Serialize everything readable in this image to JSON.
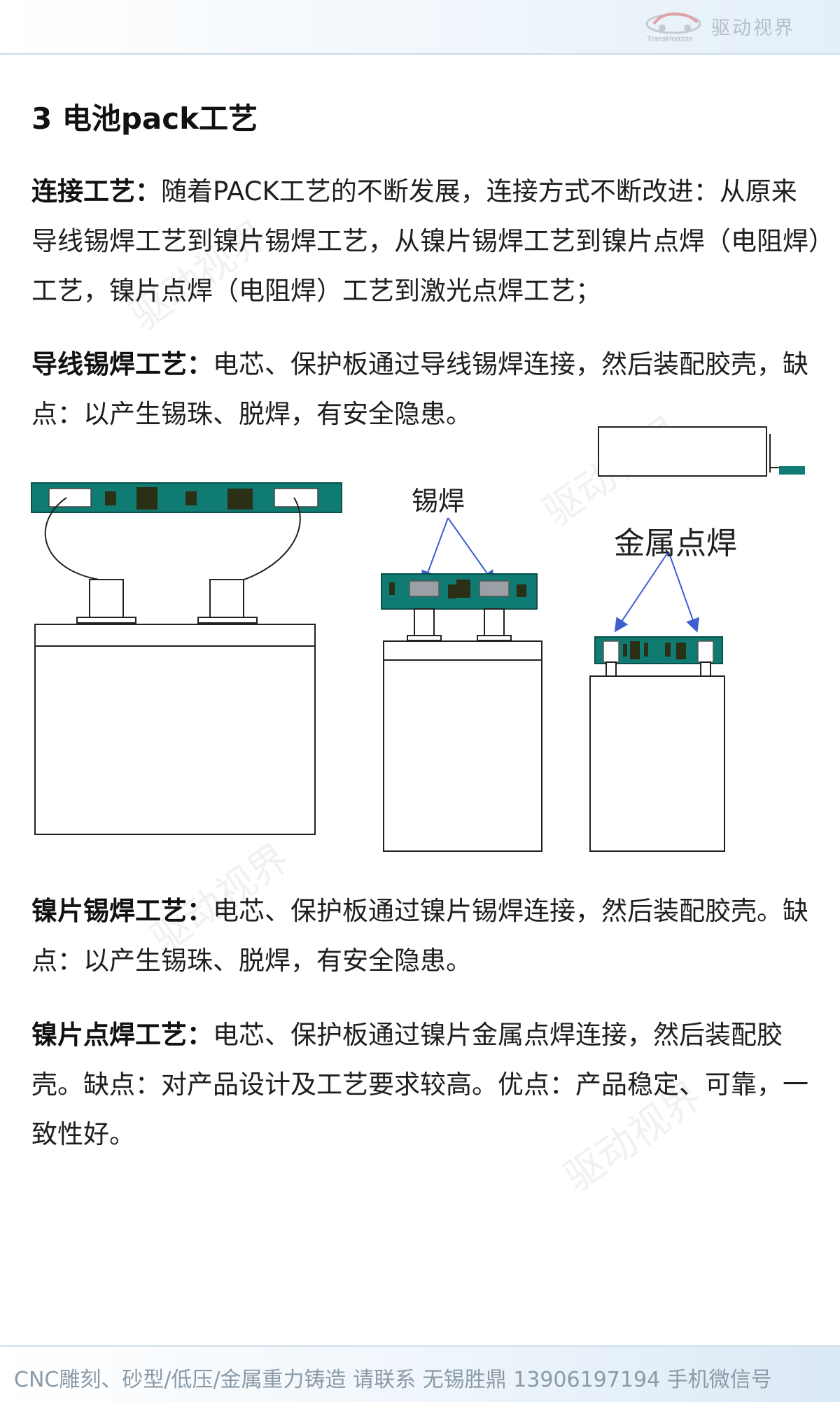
{
  "header": {
    "logo_cn": "驱动视界",
    "logo_en": "TransHorizon"
  },
  "section_title": "3 电池pack工艺",
  "paragraphs": [
    {
      "label": "连接工艺：",
      "text": "随着PACK工艺的不断发展，连接方式不断改进：从原来导线锡焊工艺到镍片锡焊工艺，从镍片锡焊工艺到镍片点焊（电阻焊）工艺，镍片点焊（电阻焊）工艺到激光点焊工艺；"
    },
    {
      "label": "导线锡焊工艺：",
      "text": "电芯、保护板通过导线锡焊连接，然后装配胶壳，缺点：以产生锡珠、脱焊，有安全隐患。"
    },
    {
      "label": "镍片锡焊工艺：",
      "text": "电芯、保护板通过镍片锡焊连接，然后装配胶壳。缺点：以产生锡珠、脱焊，有安全隐患。"
    },
    {
      "label": "镍片点焊工艺：",
      "text": "电芯、保护板通过镍片金属点焊连接，然后装配胶壳。缺点：对产品设计及工艺要求较高。优点：产品稳定、可靠，一致性好。"
    }
  ],
  "figure": {
    "label_solder": "锡焊",
    "label_metal_spot": "金属点焊",
    "colors": {
      "pcb": "#0f7b73",
      "outline": "#222222",
      "arrow": "#3d5fd0",
      "chip": "#2b2f16"
    }
  },
  "watermark": "驱动视界",
  "footer": {
    "text": "CNC雕刻、砂型/低压/金属重力铸造 请联系 无锡胜鼎 13906197194 手机微信号"
  }
}
